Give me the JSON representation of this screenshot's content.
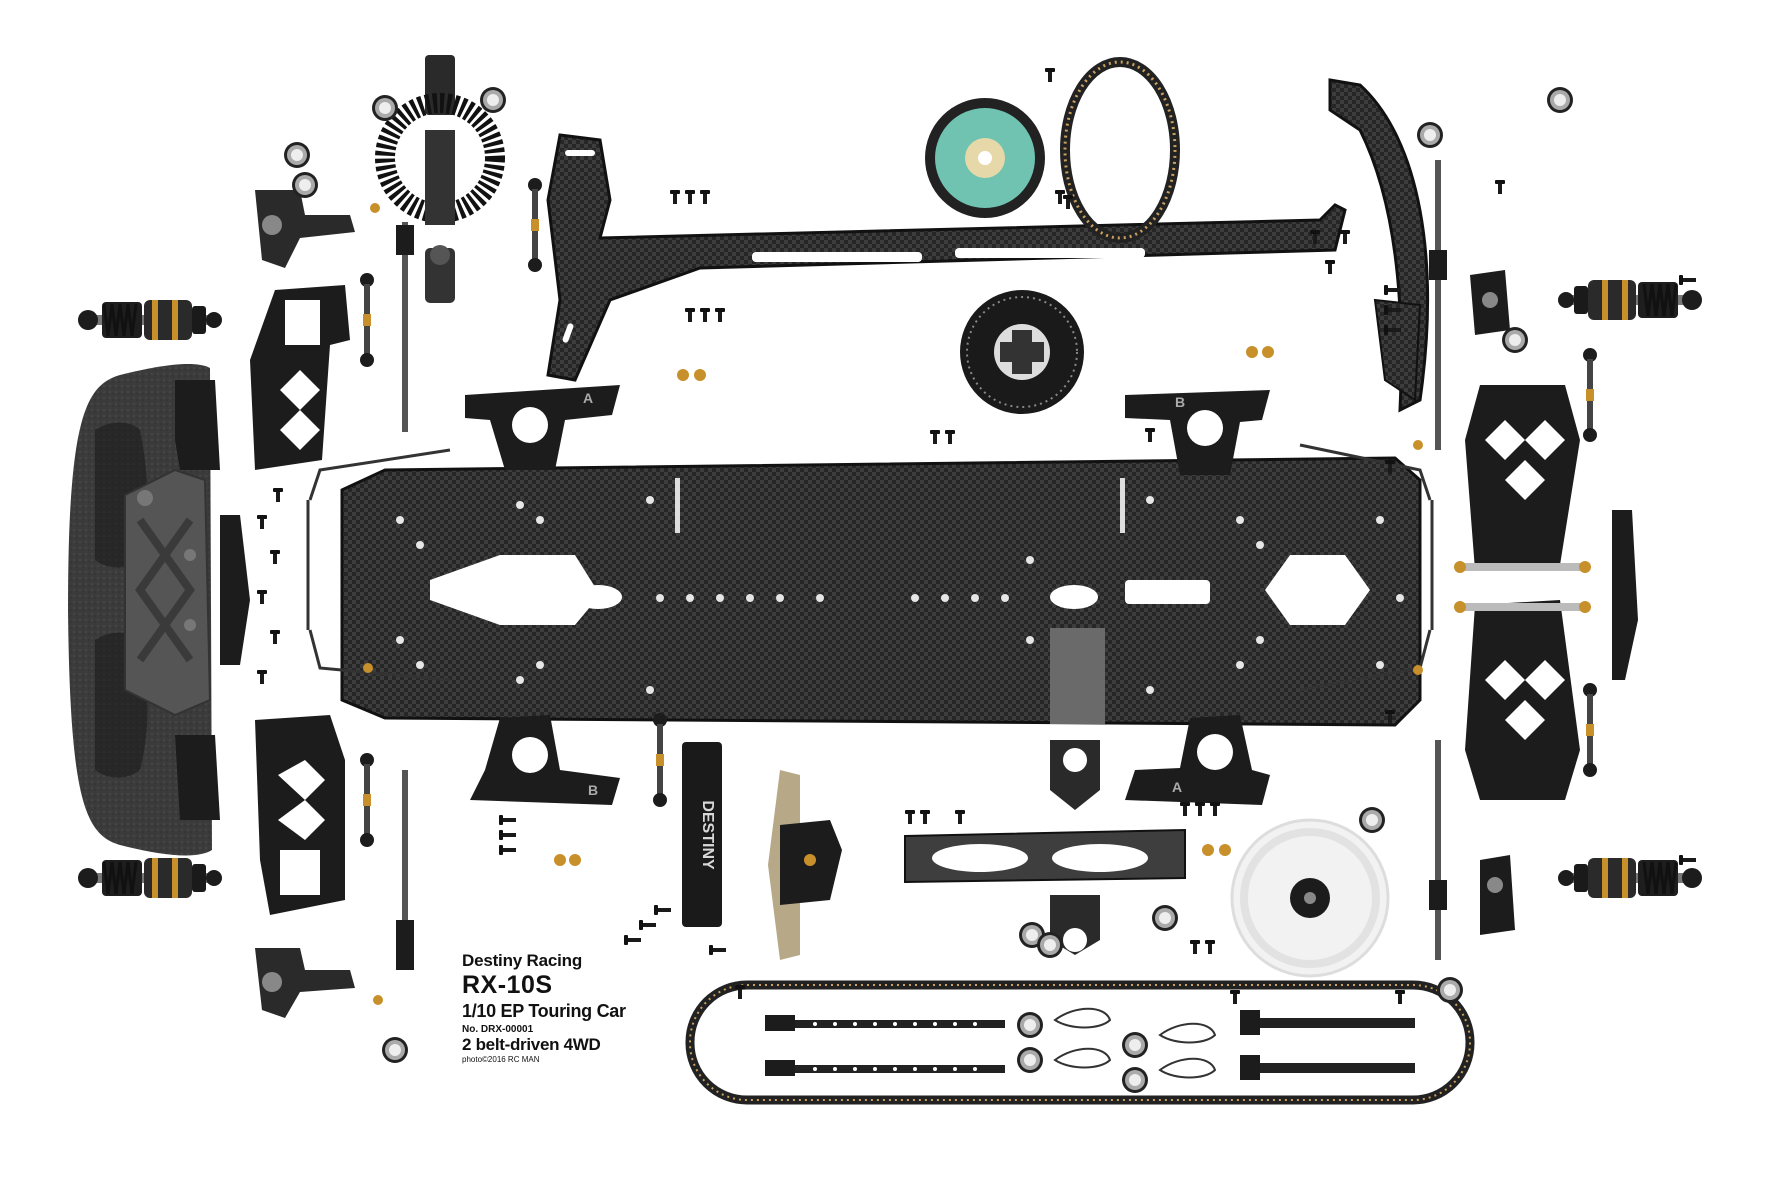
{
  "caption": {
    "brand": "Destiny Racing",
    "model": "RX-10S",
    "class": "1/10 EP Touring Car",
    "part_no": "No. DRX-00001",
    "drive": "2 belt-driven 4WD",
    "credit": "photo©2016 RC MAN"
  },
  "markings": {
    "brace_a": "A",
    "brace_b": "B",
    "logo_plate": "DESTINY"
  },
  "colors": {
    "carbon": "#2b2b2b",
    "carbon_weave": "#3c3c3c",
    "plastic": "#1c1c1c",
    "foam": "#3a3a3a",
    "bumper": "#4a4a4a",
    "gold": "#c8902a",
    "silver": "#b8b8b8",
    "spur_gear": "#f2f2f2",
    "diff_teal": "#6fc3b0"
  }
}
